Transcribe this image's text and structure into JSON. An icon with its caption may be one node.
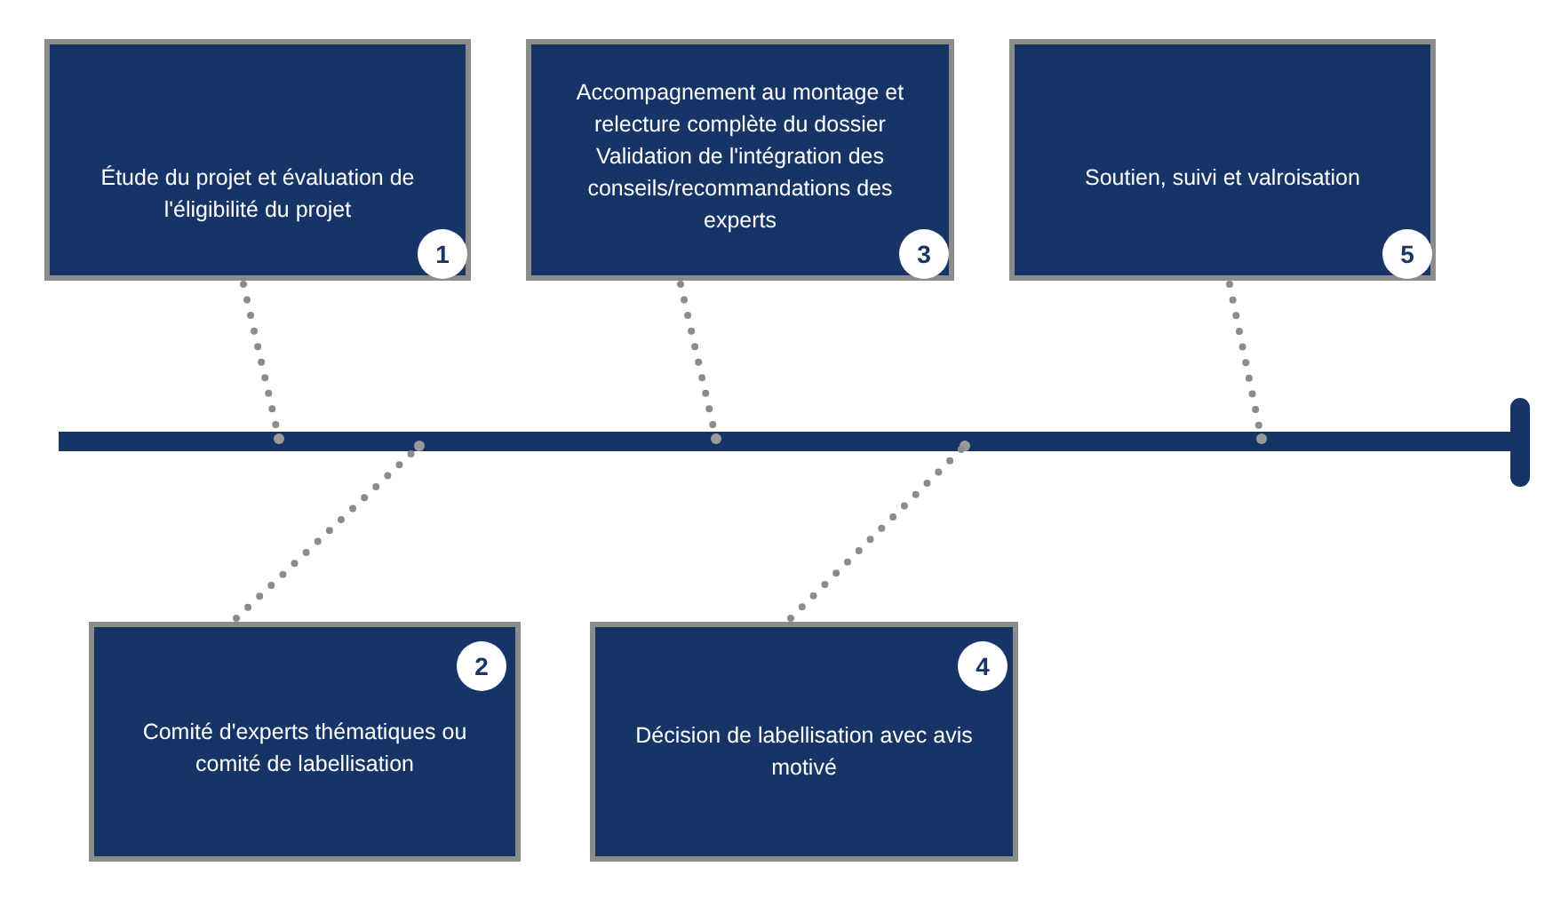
{
  "diagram": {
    "nodes": [
      {
        "text": [
          "Étude du projet et évaluation de l'éligibilité du projet"
        ]
      },
      {
        "text": [
          "1"
        ],
        "in": 0
      },
      {
        "text": [
          "Accompagnement au montage et relecture complète du dossier Validation de l'intégration des conseils/recommandations des experts"
        ]
      },
      {
        "text": [
          "3"
        ],
        "in": 2
      },
      {
        "text": [
          "Soutien, suivi et valroisation"
        ]
      },
      {
        "text": [
          "5"
        ],
        "in": 4
      },
      {
        "text": [
          "Comité d'experts thématiques ou comité de labellisation"
        ]
      },
      {
        "text": [
          "2"
        ],
        "in": 6
      },
      {
        "text": [
          "Décision de labellisation avec avis motivé"
        ]
      },
      {
        "text": [
          "4"
        ],
        "in": 8
      }
    ],
    "edges": [
      {
        "from": 0,
        "to": null,
        "arrow": "none",
        "style": "dashed"
      },
      {
        "from": 6,
        "to": null,
        "arrow": "none",
        "style": "dashed"
      },
      {
        "from": 2,
        "to": null,
        "arrow": "none",
        "style": "dashed"
      },
      {
        "from": 8,
        "to": null,
        "arrow": "none",
        "style": "dashed"
      },
      {
        "from": 4,
        "to": null,
        "arrow": "none",
        "style": "dashed"
      }
    ]
  }
}
